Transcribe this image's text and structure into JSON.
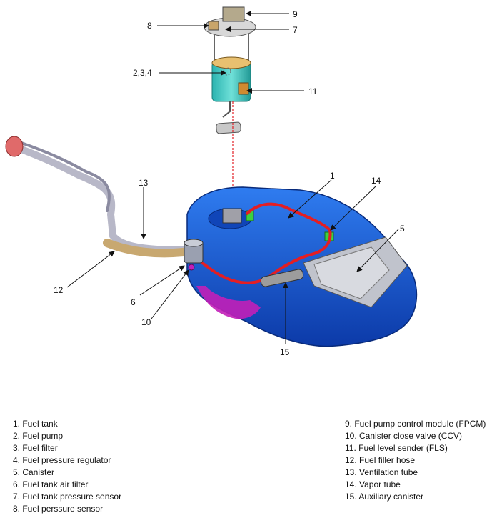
{
  "callouts": {
    "c1": "1",
    "c234": "2,3,4",
    "c5": "5",
    "c6": "6",
    "c7": "7",
    "c8": "8",
    "c9": "9",
    "c10": "10",
    "c11": "11",
    "c12": "12",
    "c13": "13",
    "c14": "14",
    "c15": "15"
  },
  "legend_left": [
    "1. Fuel tank",
    "2. Fuel pump",
    "3. Fuel filter",
    "4. Fuel pressure regulator",
    "5. Canister",
    "6. Fuel tank air filter",
    "7. Fuel tank pressure sensor",
    "8. Fuel perssure sensor"
  ],
  "legend_right": [
    "9. Fuel pump control module (FPCM)",
    "10. Canister close valve (CCV)",
    "11. Fuel level sender (FLS)",
    "12. Fuel filler hose",
    "13. Ventilation tube",
    "14. Vapor tube",
    "15. Auxiliary canister"
  ],
  "colors": {
    "tank": "#1e63e0",
    "tank_dark": "#0c3aa8",
    "pump": "#3cc8c0",
    "canister": "#b0b3bc",
    "vapor_line": "#e31e24",
    "filler_pipe": "#b8b8c8",
    "filler_cap": "#e06a6a",
    "magenta": "#c21fb8"
  }
}
